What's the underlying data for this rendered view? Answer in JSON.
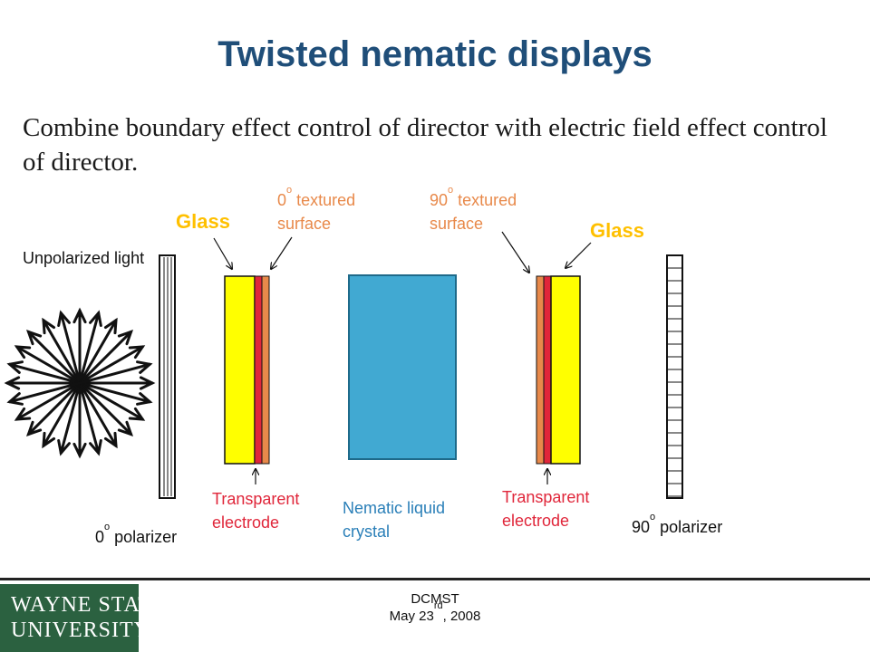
{
  "slide": {
    "title": "Twisted nematic displays",
    "body": "Combine boundary effect control of director with electric field effect control of director."
  },
  "labels": {
    "unpolarized": "Unpolarized light",
    "glass_left": "Glass",
    "glass_right": "Glass",
    "textured_left_num": "0",
    "textured_left_sup": "o",
    "textured_left_rest": " textured surface",
    "textured_right_num": "90",
    "textured_right_sup": "o",
    "textured_right_rest": " textured surface",
    "electrode_left": "Transparent electrode",
    "electrode_right": "Transparent electrode",
    "nematic": "Nematic liquid crystal",
    "polarizer_left_num": "0",
    "polarizer_left_sup": "o",
    "polarizer_left_rest": " polarizer",
    "polarizer_right_num": "90",
    "polarizer_right_sup": "o",
    "polarizer_right_rest": " polarizer"
  },
  "footer": {
    "logo_line1": "WAYNE STATE",
    "logo_line2": "UNIVERSITY",
    "event": "DCMST",
    "date_prefix": "May 23",
    "date_sup": "rd",
    "date_suffix": ", 2008"
  },
  "colors": {
    "title": "#1f4e79",
    "glass": "#ffff00",
    "electrode": "#e0263a",
    "textured": "#e8894a",
    "liquid_crystal": "#41a9d2",
    "logo_bg": "#2b6140"
  }
}
